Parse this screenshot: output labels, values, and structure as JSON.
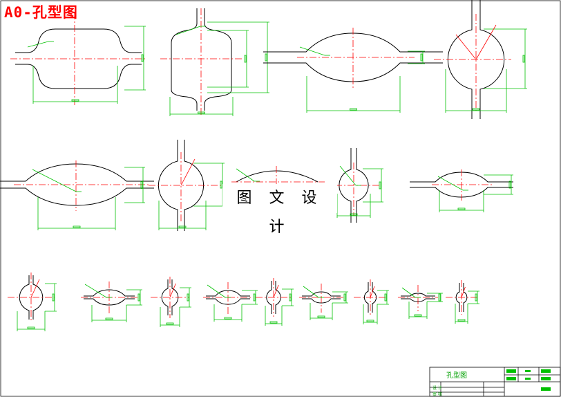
{
  "sheet_title": "A0-孔型图",
  "watermark_text": "图 文 设 计",
  "title_block": {
    "drawing_name": "孔型图",
    "row_labels": [
      "设 计",
      "审 核"
    ]
  },
  "colors": {
    "outline": "#000000",
    "dimension": "#00c000",
    "centerline": "#ff0000",
    "leader": "#ff0000",
    "title": "#ff0000"
  }
}
